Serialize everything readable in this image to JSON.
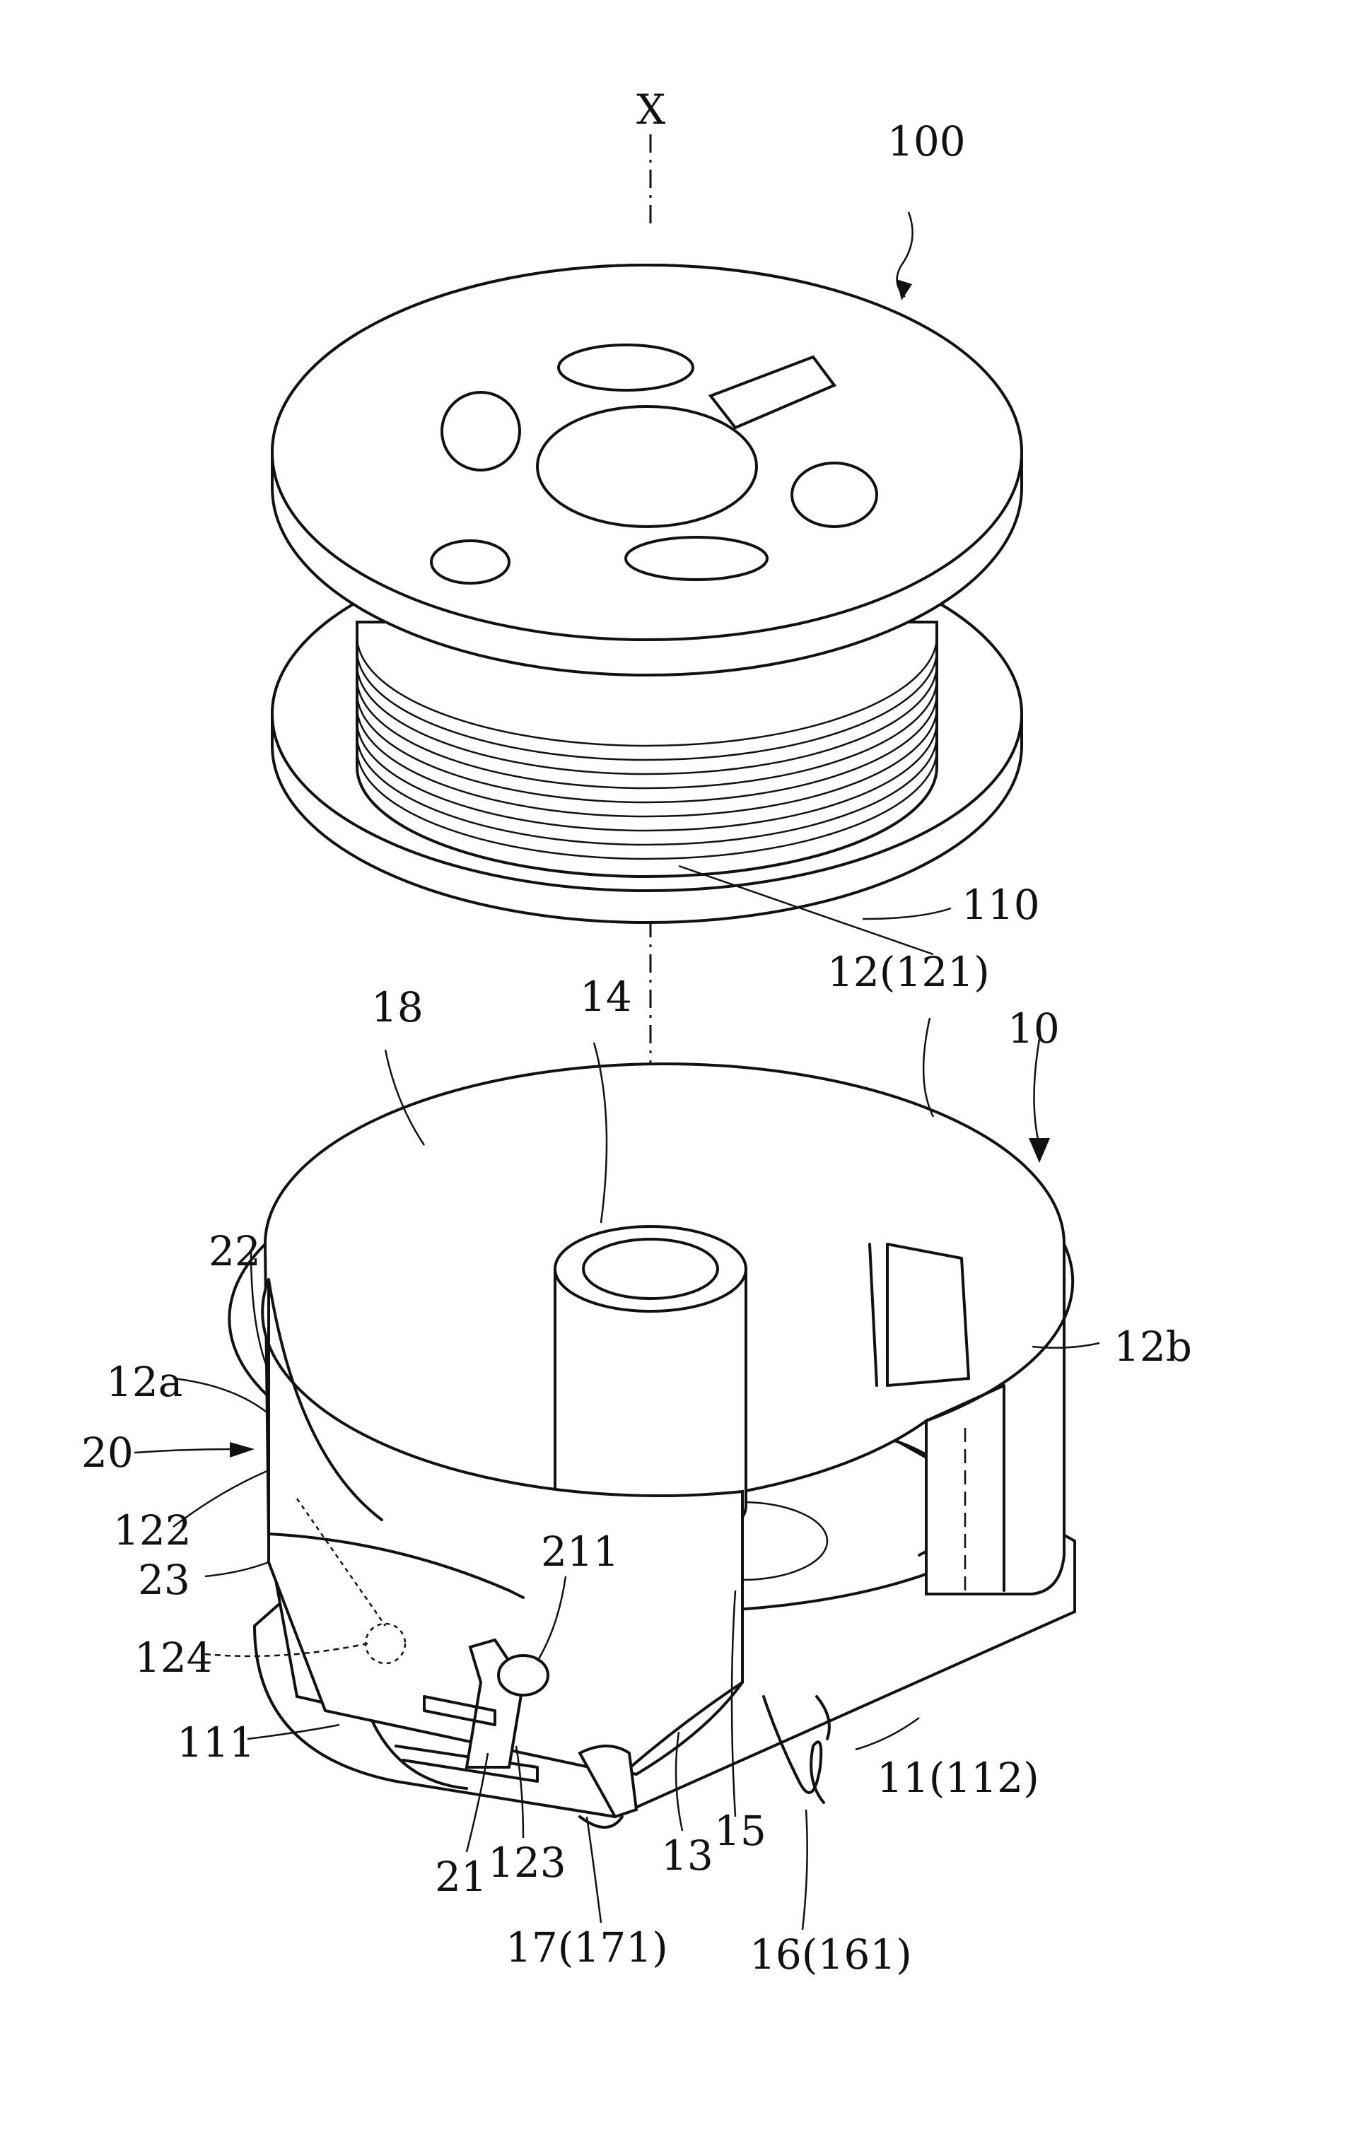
{
  "figure": {
    "labels": {
      "axis": "X",
      "bobbin": "100",
      "bobbin_lower_flange": "110",
      "case_rim": "12(121)",
      "case": "10",
      "inner_space": "18",
      "spindle": "14",
      "left_end": "22",
      "side_a": "12a",
      "side_b": "12b",
      "spring_arrow": "20",
      "slot_122": "122",
      "clip_23": "23",
      "hole_124": "124",
      "hook_211": "211",
      "base_111": "111",
      "base_11": "11(112)",
      "tab_21": "21",
      "notch_123": "123",
      "plate_13": "13",
      "notch_15": "15",
      "notch_17": "17(171)",
      "spring_16": "16(161)"
    }
  }
}
